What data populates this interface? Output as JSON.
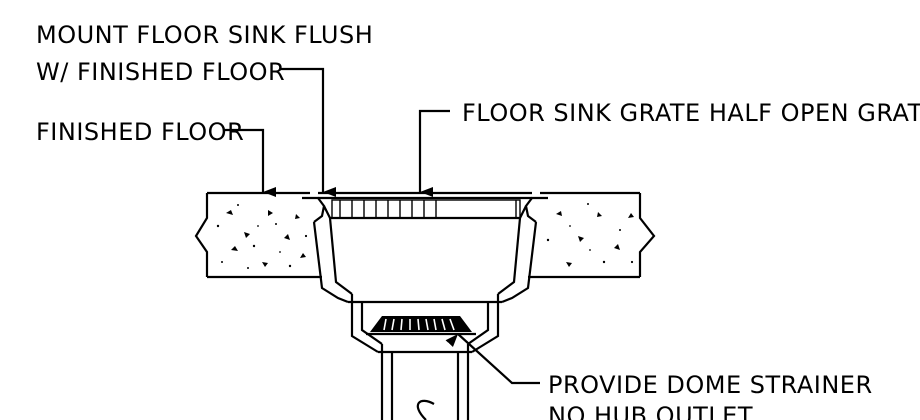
{
  "labels": {
    "mount_line1": "MOUNT FLOOR SINK FLUSH",
    "mount_line2": "W/ FINISHED FLOOR",
    "finished_floor": "FINISHED FLOOR",
    "grate": "FLOOR SINK GRATE HALF OPEN GRATE",
    "strainer": "PROVIDE DOME STRAINER",
    "outlet": "NO HUB OUTLET"
  }
}
